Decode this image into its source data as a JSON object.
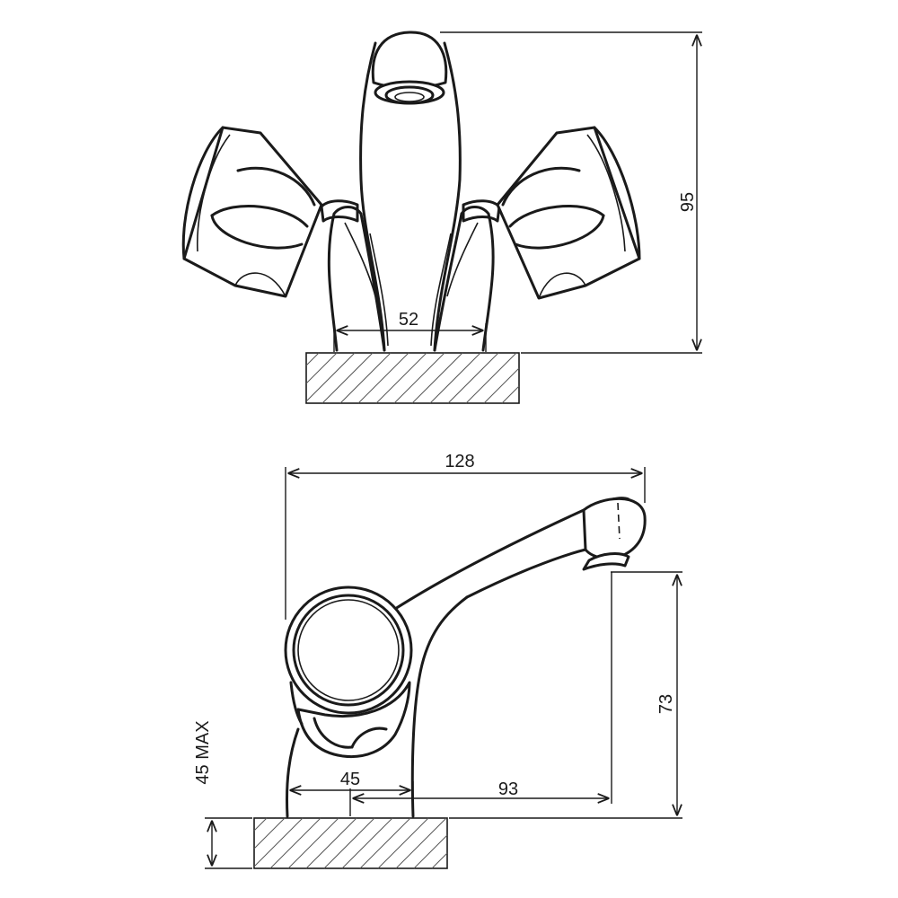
{
  "front_view": {
    "dimensions": {
      "height": "95",
      "spacing": "52"
    }
  },
  "side_view": {
    "dimensions": {
      "length": "128",
      "outlet_height": "73",
      "mount_thickness": "45 MAX",
      "base_width": "45",
      "spout_reach": "93"
    }
  },
  "colors": {
    "line": "#1a1a1a",
    "hatch": "#555555",
    "background": "#ffffff"
  }
}
